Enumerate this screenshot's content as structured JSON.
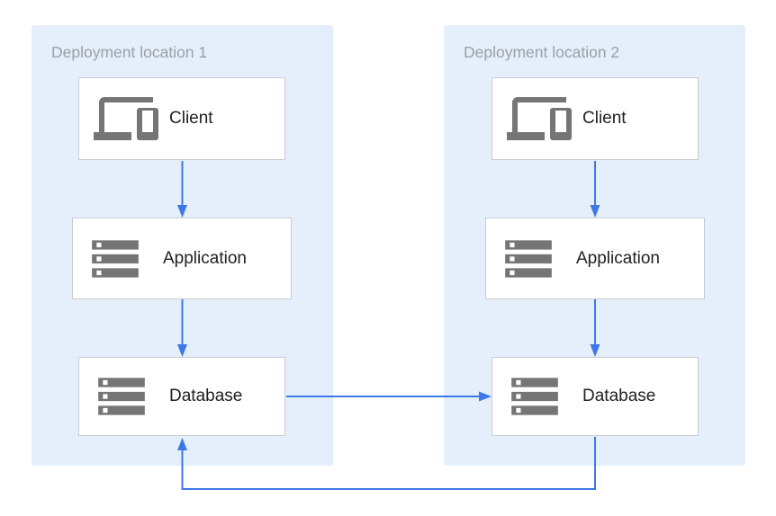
{
  "diagram": {
    "containers": [
      {
        "title": "Deployment location 1",
        "nodes": [
          {
            "label": "Client",
            "icon": "devices-icon"
          },
          {
            "label": "Application",
            "icon": "server-stack-icon"
          },
          {
            "label": "Database",
            "icon": "server-stack-icon"
          }
        ]
      },
      {
        "title": "Deployment location 2",
        "nodes": [
          {
            "label": "Client",
            "icon": "devices-icon"
          },
          {
            "label": "Application",
            "icon": "server-stack-icon"
          },
          {
            "label": "Database",
            "icon": "server-stack-icon"
          }
        ]
      }
    ],
    "edges": [
      {
        "from": "location-1-client",
        "to": "location-1-application",
        "direction": "down"
      },
      {
        "from": "location-1-application",
        "to": "location-1-database",
        "direction": "down"
      },
      {
        "from": "location-2-client",
        "to": "location-2-application",
        "direction": "down"
      },
      {
        "from": "location-2-application",
        "to": "location-2-database",
        "direction": "down"
      },
      {
        "from": "location-1-database",
        "to": "location-2-database",
        "direction": "right"
      },
      {
        "from": "location-2-database",
        "to": "location-1-database",
        "direction": "loop-bottom"
      }
    ],
    "colors": {
      "zone_bg": "#E4EFFB",
      "zone_title": "#9AA0A6",
      "node_bg": "#FFFFFF",
      "node_border": "#C9CCD1",
      "label_text": "#212121",
      "icon_gray": "#757575",
      "arrow": "#3E78E8"
    }
  }
}
